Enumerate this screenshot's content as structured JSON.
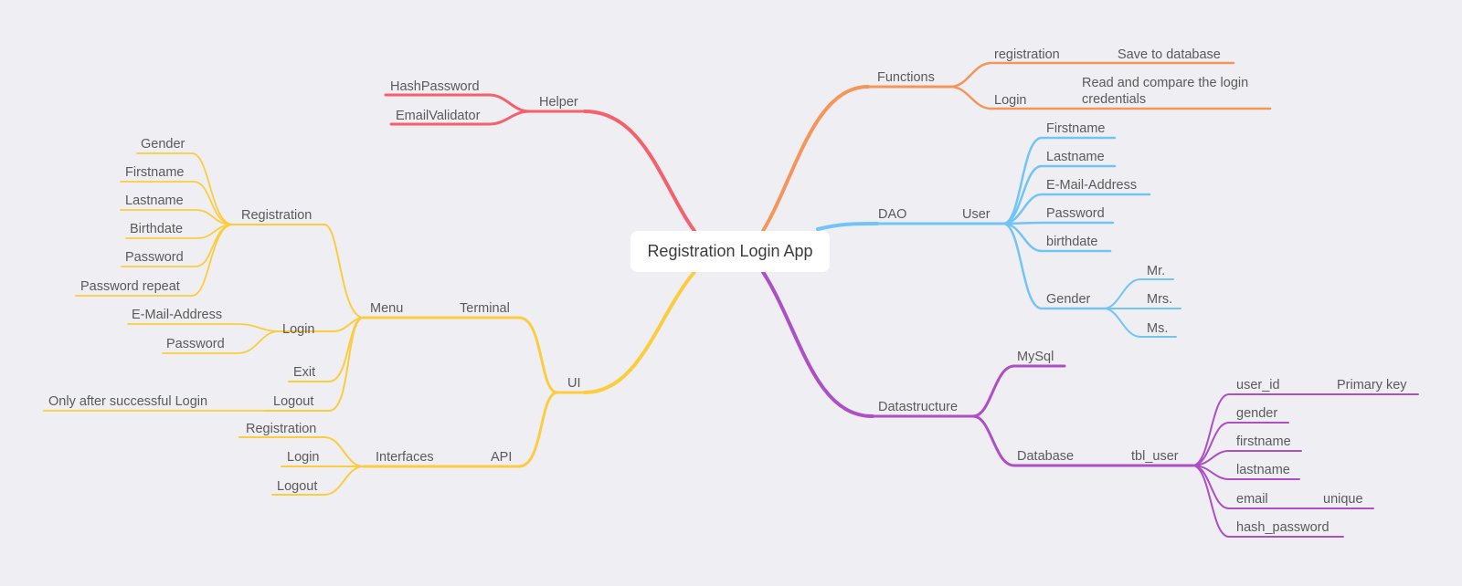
{
  "root": "Registration Login App",
  "colors": {
    "helper": "#f4606c",
    "functions": "#f5955a",
    "dao": "#72c4f5",
    "data": "#ad4fc6",
    "ui": "#fccc3f"
  },
  "helper": {
    "label": "Helper",
    "items": [
      "HashPassword",
      "EmailValidator"
    ]
  },
  "functions": {
    "label": "Functions",
    "registration": {
      "label": "registration",
      "child": "Save to database"
    },
    "login": {
      "label": "Login",
      "child_line1": "Read and compare the login",
      "child_line2": "credentials"
    }
  },
  "dao": {
    "label": "DAO",
    "user": {
      "label": "User",
      "fields": [
        "Firstname",
        "Lastname",
        "E-Mail-Address",
        "Password",
        "birthdate"
      ],
      "gender": {
        "label": "Gender",
        "options": [
          "Mr.",
          "Mrs.",
          "Ms."
        ]
      }
    }
  },
  "datastructure": {
    "label": "Datastructure",
    "mysql": "MySql",
    "database": {
      "label": "Database",
      "table": "tbl_user",
      "columns": {
        "user_id": "user_id",
        "user_id_note": "Primary key",
        "gender": "gender",
        "firstname": "firstname",
        "lastname": "lastname",
        "email": "email",
        "email_note": "unique",
        "hash_password": "hash_password"
      }
    }
  },
  "ui": {
    "label": "UI",
    "terminal": {
      "label": "Terminal",
      "menu": {
        "label": "Menu",
        "registration": {
          "label": "Registration",
          "fields": [
            "Gender",
            "Firstname",
            "Lastname",
            "Birthdate",
            "Password",
            "Password repeat"
          ]
        },
        "login": {
          "label": "Login",
          "fields": [
            "E-Mail-Address",
            "Password"
          ]
        },
        "exit": "Exit",
        "logout": {
          "label": "Logout",
          "note": "Only after successful Login"
        }
      }
    },
    "api": {
      "label": "API",
      "interfaces": {
        "label": "Interfaces",
        "items": [
          "Registration",
          "Login",
          "Logout"
        ]
      }
    }
  }
}
